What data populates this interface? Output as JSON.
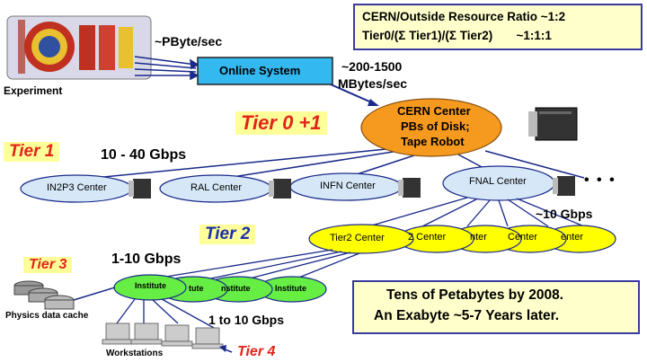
{
  "resource_box": {
    "line1": "CERN/Outside Resource Ratio ~1:2",
    "line2": "Tier0/(Σ Tier1)/(Σ Tier2)       ~1:1:1"
  },
  "experiment": {
    "label": "Experiment",
    "rate": "~PByte/sec"
  },
  "online_system": {
    "label": "Online System",
    "rate_line1": "~200-1500",
    "rate_line2": "MBytes/sec"
  },
  "tier0": {
    "label": "Tier 0 +1",
    "center_line1": "CERN Center",
    "center_line2": "PBs of Disk;",
    "center_line3": "Tape Robot"
  },
  "tier1": {
    "label": "Tier 1",
    "bandwidth": "10 - 40 Gbps",
    "centers": [
      "IN2P3 Center",
      "RAL Center",
      "INFN Center",
      "FNAL Center"
    ],
    "ellipsis": "• • •"
  },
  "tier2": {
    "label": "Tier 2",
    "bandwidth": "~10 Gbps",
    "centers": [
      "Tier2 Center",
      "2 Center",
      "nter",
      "Center",
      "enter"
    ]
  },
  "tier3": {
    "label": "Tier 3",
    "bandwidth": "1-10 Gbps",
    "institutes": [
      "Institute",
      "tute",
      "nstitute",
      "Institute"
    ],
    "cache_label": "Physics data cache"
  },
  "tier4": {
    "label": "Tier 4",
    "bandwidth": "1 to 10 Gbps",
    "workstations_label": "Workstations"
  },
  "summary_box": {
    "line1": "Tens of Petabytes by 2008.",
    "line2": "An Exabyte ~5-7 Years later."
  },
  "colors": {
    "tier_red": "#e0251b",
    "tier_blue": "#1b2fa8",
    "ellipse_yellow": "#ffff00",
    "ellipse_green": "#66ee44",
    "ellipse_blue": "#d6e8f8",
    "cern_orange": "#f59a1e",
    "online_blue": "#33b8f0"
  }
}
